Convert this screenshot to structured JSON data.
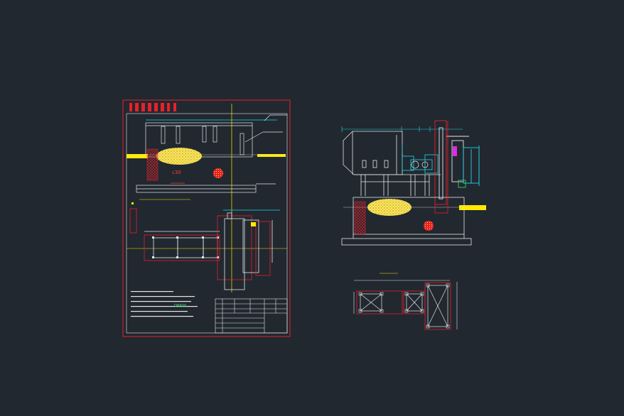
{
  "app": {
    "background": "#212830",
    "colors": {
      "frame": "#e8202a",
      "line_white": "#e6e6e6",
      "line_cyan": "#22d6e6",
      "line_yellow": "#ffea00",
      "line_green": "#37e86a",
      "line_magenta": "#e02ae8",
      "hatch_yellow": "#ffe65a",
      "red_label": "#ff3a3a"
    }
  },
  "sheet_left": {
    "labels": {
      "c30_label": "c30",
      "section_label": "",
      "note_title": "",
      "drawing_id": "DN600"
    }
  },
  "sheet_right": {
    "labels": {
      "plan_title": ""
    }
  },
  "icons": [
    "title-block-grid",
    "anchor-bolt-square",
    "cross-brace-x"
  ]
}
